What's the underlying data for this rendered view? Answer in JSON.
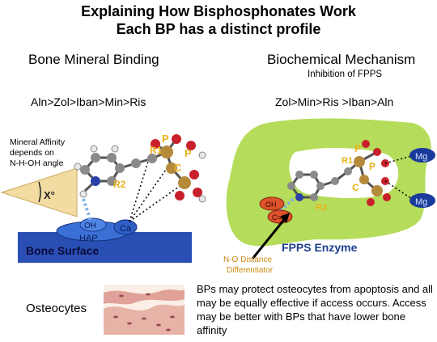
{
  "title": {
    "line1": "Explaining How Bisphosphonates Work",
    "line2": "Each BP has a distinct profile"
  },
  "left_panel": {
    "heading": "Bone Mineral Binding",
    "ranking": "Aln>Zol>Iban>Min>Ris",
    "affinity_note": [
      "Mineral Affinity",
      "depends on",
      "N-H-OH angle"
    ],
    "angle_label": "X°",
    "oh_label": "OH",
    "hap_label": "HAP",
    "ca_label": "Ca",
    "bone_surface_label": "Bone Surface",
    "atom_labels": {
      "r1": "R1",
      "r2": "R2",
      "p_left": "P",
      "p_right": "P",
      "c": "C"
    }
  },
  "right_panel": {
    "heading": "Biochemical Mechanism",
    "subheading": "Inhibition of FPPS",
    "ranking": "Zol>Min>Ris >Iban>Aln",
    "mg_labels": [
      "Mg",
      "Mg"
    ],
    "oh_label": "OH",
    "co_label": "C=O",
    "atom_labels": {
      "r1": "R1",
      "r2": "R2",
      "p_left": "P",
      "p_right": "P",
      "c": "C"
    },
    "enzyme_label": "FPPS Enzyme",
    "distance_note": [
      "N-O Distance",
      "Differentiator"
    ]
  },
  "osteocytes": {
    "label": "Osteocytes",
    "text": "BPs may protect osteocytes from apoptosis and all may be equally effective if access occurs.  Access may be better with BPs that have lower bone affinity"
  },
  "colors": {
    "bone_surface": "#2a4fb4",
    "hap_ellipse": "#3366cc",
    "enzyme_green": "#b5dc5a",
    "mg_blue": "#1a3a9c",
    "oh_red": "#e0522b",
    "label_yellow": "#e8b21c",
    "enzyme_text": "#1f3f8f",
    "angle_wedge": "#f3dca2"
  }
}
